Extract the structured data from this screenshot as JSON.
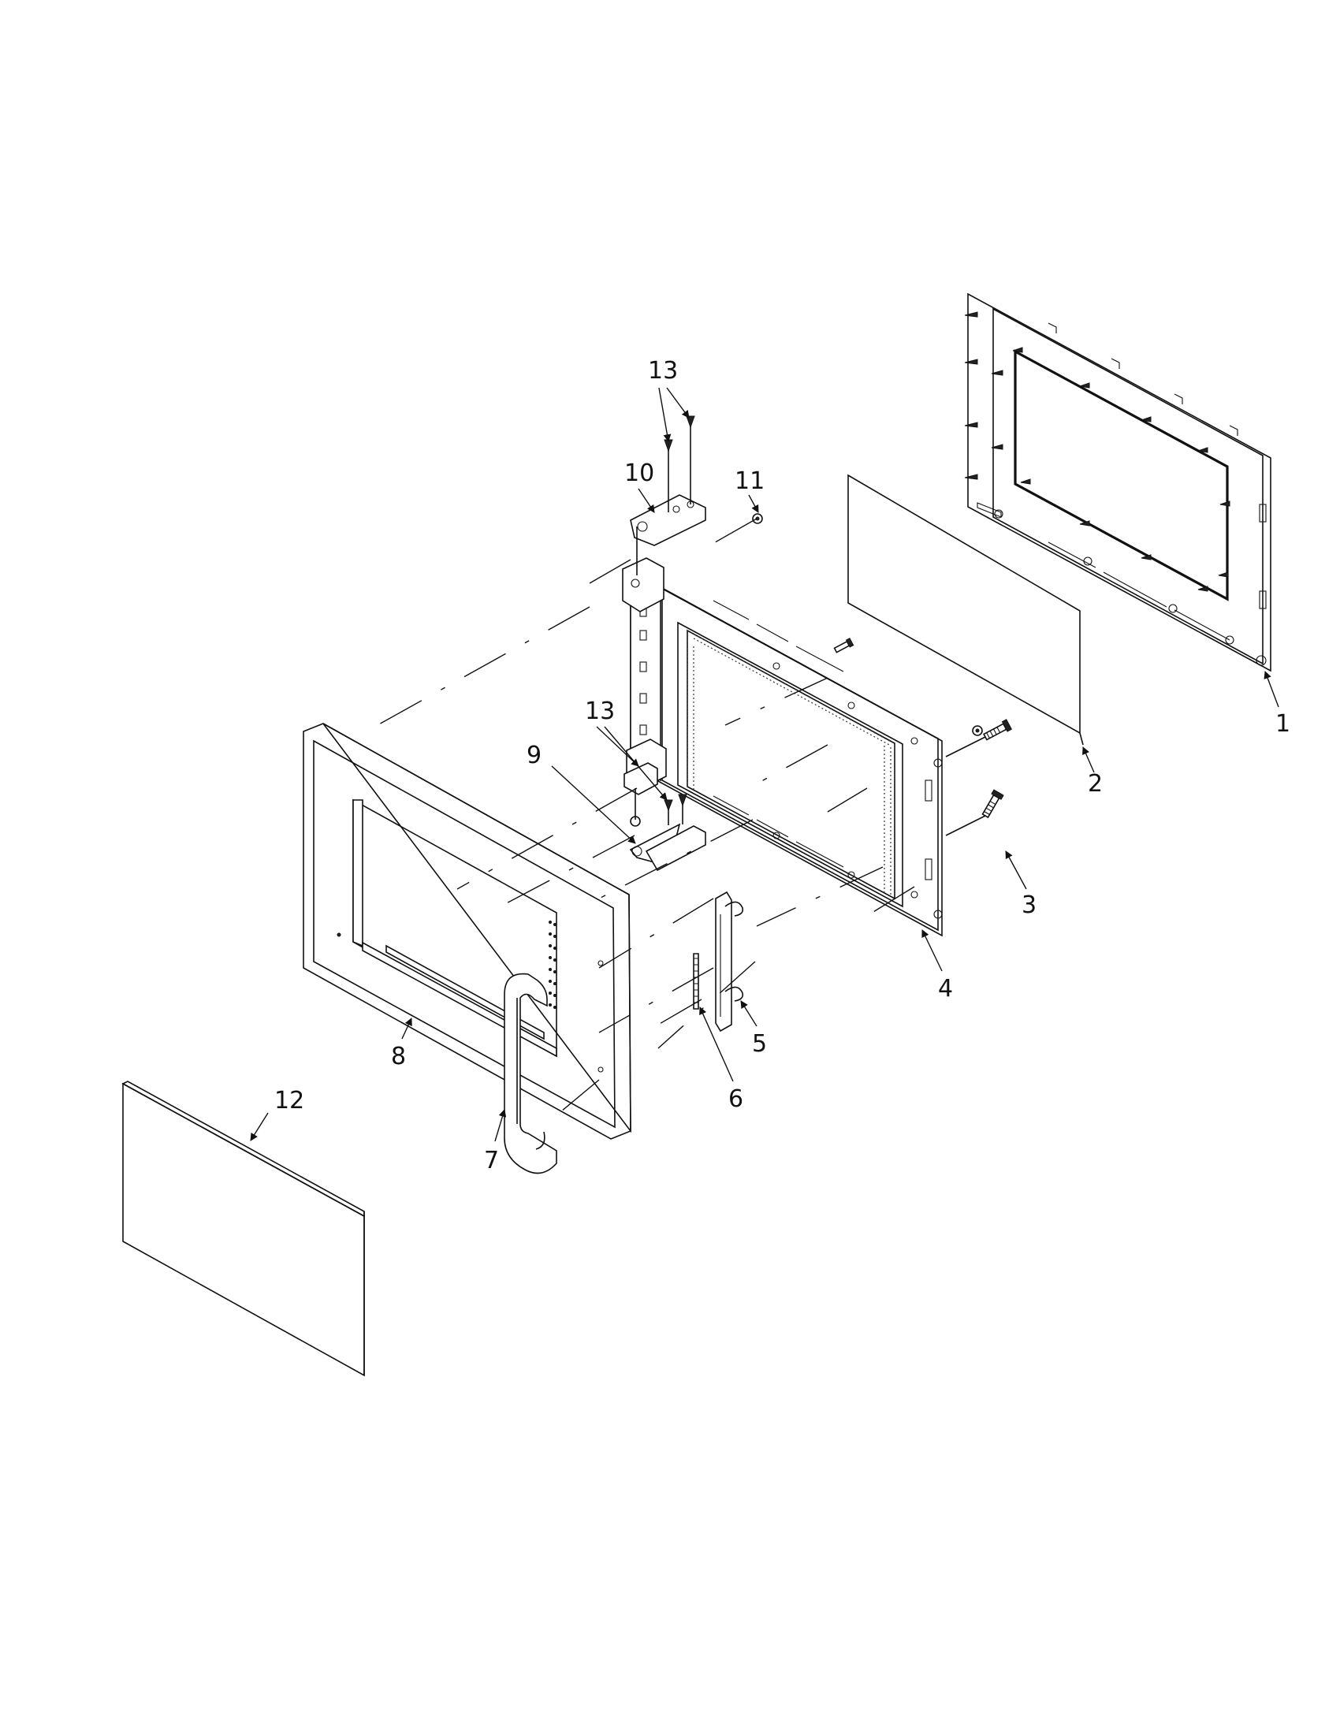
{
  "diagram": {
    "callouts": [
      {
        "id": "c1",
        "text": "1"
      },
      {
        "id": "c2",
        "text": "2"
      },
      {
        "id": "c3",
        "text": "3"
      },
      {
        "id": "c4",
        "text": "4"
      },
      {
        "id": "c5",
        "text": "5"
      },
      {
        "id": "c6",
        "text": "6"
      },
      {
        "id": "c7",
        "text": "7"
      },
      {
        "id": "c8",
        "text": "8"
      },
      {
        "id": "c9",
        "text": "9"
      },
      {
        "id": "c10",
        "text": "10"
      },
      {
        "id": "c11",
        "text": "11"
      },
      {
        "id": "c12",
        "text": "12"
      },
      {
        "id": "c13a",
        "text": "13"
      },
      {
        "id": "c13b",
        "text": "13"
      }
    ]
  }
}
